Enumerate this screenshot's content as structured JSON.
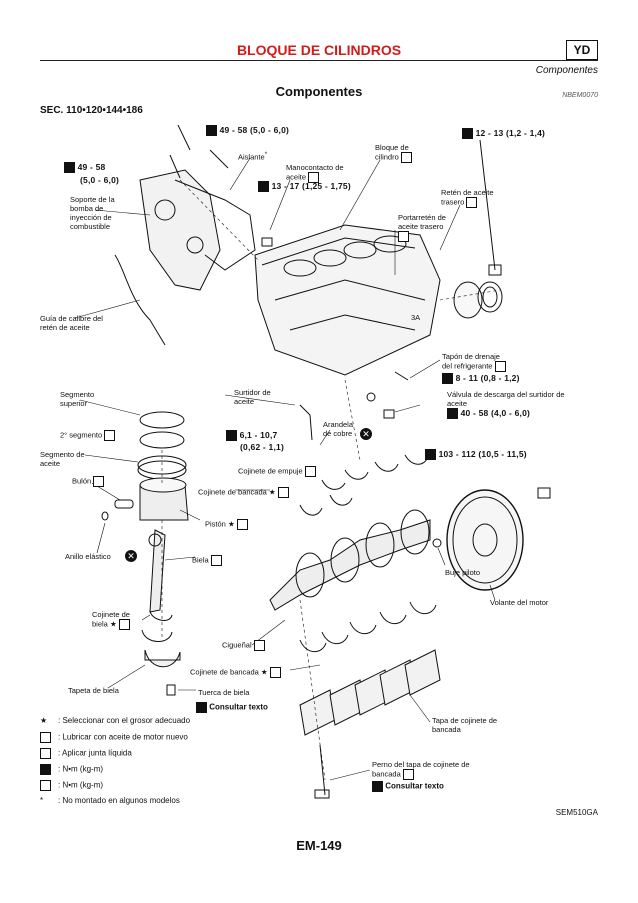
{
  "header": {
    "title": "BLOQUE DE CILINDROS",
    "badge": "YD",
    "subtitle": "Componentes"
  },
  "section": {
    "title": "Componentes",
    "doc_id": "NBEM0070",
    "sec_ref": "SEC. 110•120•144•186"
  },
  "labels": {
    "aislante": "Aislante",
    "manocontacto": "Manocontacto de aceite",
    "bloque": "Bloque de cilindro",
    "soporte": "Soporte de la bomba de inyección de combustible",
    "reten": "Retén de aceite trasero",
    "portarreten": "Portarretén de aceite trasero",
    "guia": "Guía de calibre del retén de aceite",
    "tapon": "Tapón de drenaje del refrigerante",
    "surtidor": "Surtidor de aceite",
    "valvula": "Válvula de descarga del surtidor de aceite",
    "arandela": "Arandela de cobre",
    "seg_superior": "Segmento superior",
    "seg_2": "2° segmento",
    "seg_aceite": "Segmento de aceite",
    "cojinete_empuje": "Cojinete de empuje",
    "bulon": "Bulón",
    "cojinete_bancada1": "Cojinete de bancada",
    "piston": "Pistón",
    "anillo": "Anillo elástico",
    "biela": "Biela",
    "buje": "Buje piloto",
    "volante": "Volante del motor",
    "cojinete_biela": "Cojinete de biela",
    "ciguenal": "Cigueñal",
    "cojinete_bancada2": "Cojinete de bancada",
    "tapeta": "Tapeta de biela",
    "tuerca": "Tuerca de biela",
    "tapa_cojinete": "Tapa de cojinete de bancada",
    "perno": "Perno del tapa de cojinete de bancada",
    "consultar1": "Consultar texto",
    "consultar2": "Consultar texto",
    "ref_3a": "3A"
  },
  "torques": {
    "t1": "49 - 58 (5,0 - 6,0)",
    "t2": "49 - 58",
    "t2b": "(5,0 - 6,0)",
    "t3": "13 - 17 (1,25 - 1,75)",
    "t4": "12 - 13 (1,2 - 1,4)",
    "t5": "8 - 11 (0,8 - 1,2)",
    "t6": "40 - 58 (4,0 - 6,0)",
    "t7": "6,1 - 10,7",
    "t7b": "(0,62 - 1,1)",
    "t8": "103 - 112 (10,5 - 11,5)"
  },
  "legend": [
    {
      "sym": "★",
      "text": ": Seleccionar con el grosor adecuado"
    },
    {
      "sym": "icon",
      "text": ": Lubricar con aceite de motor nuevo"
    },
    {
      "sym": "icon",
      "text": ": Aplicar junta líquida"
    },
    {
      "sym": "icon",
      "text": ": N•m (kg-m)"
    },
    {
      "sym": "icon",
      "text": ": N•m (kg-m)"
    },
    {
      "sym": "*",
      "text": ": No montado en algunos modelos"
    }
  ],
  "footer": {
    "figure_id": "SEM510GA",
    "page": "EM-149"
  }
}
